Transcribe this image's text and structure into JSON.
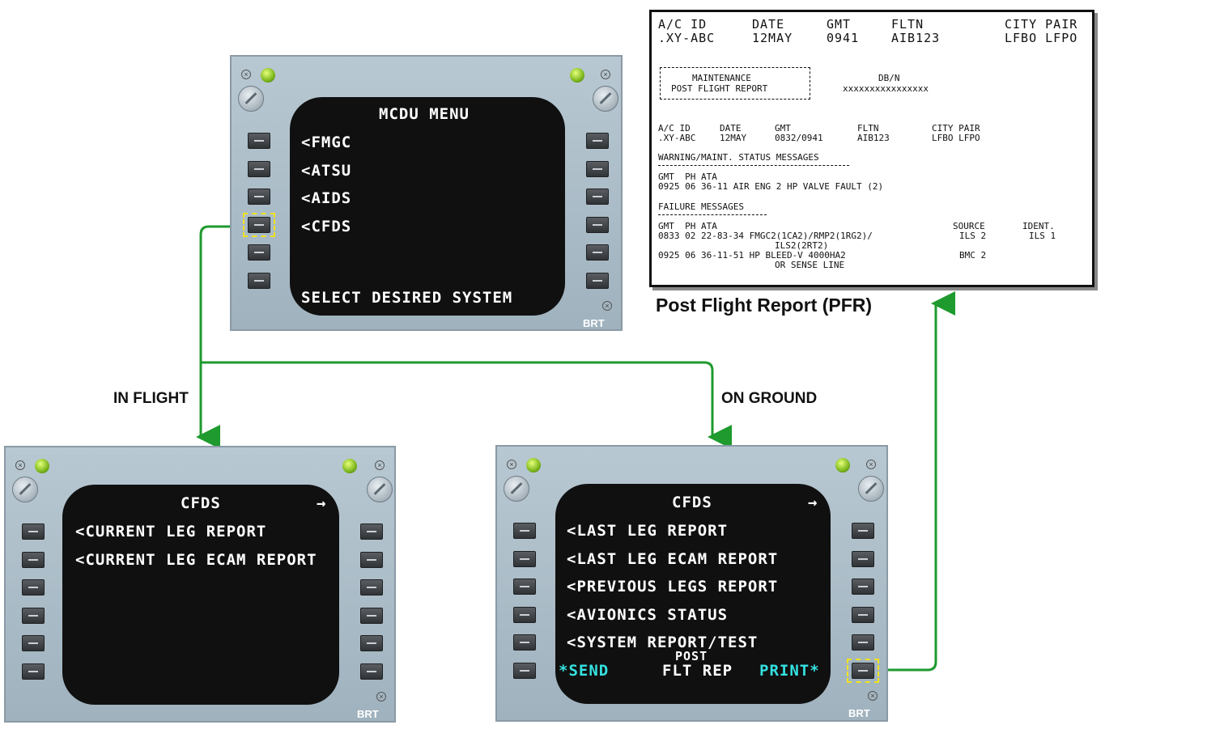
{
  "menu": {
    "title": "MCDU MENU",
    "items": [
      "<FMGC",
      "<ATSU",
      "<AIDS",
      "<CFDS"
    ],
    "footer": "SELECT DESIRED SYSTEM",
    "brt": "BRT"
  },
  "in_flight": {
    "label": "IN FLIGHT",
    "title": "CFDS",
    "arrow": "→",
    "items": [
      "<CURRENT LEG REPORT",
      "<CURRENT LEG ECAM REPORT"
    ],
    "brt": "BRT"
  },
  "on_ground": {
    "label": "ON GROUND",
    "title": "CFDS",
    "arrow": "→",
    "items": [
      "<LAST LEG REPORT",
      "<LAST LEG ECAM REPORT",
      "<PREVIOUS LEGS REPORT",
      "<AVIONICS STATUS",
      "<SYSTEM REPORT/TEST"
    ],
    "send": "*SEND",
    "post": "POST",
    "flt_rep": "FLT REP",
    "print": "PRINT*",
    "brt": "BRT"
  },
  "pfr": {
    "caption": "Post Flight Report (PFR)",
    "header_labels": [
      "A/C ID",
      "DATE",
      "GMT",
      "FLTN",
      "CITY PAIR"
    ],
    "header_values": [
      ".XY-ABC",
      "12MAY",
      "0941",
      "AIB123",
      "LFBO LFPO"
    ],
    "box_line1": "MAINTENANCE",
    "box_line2": "POST FLIGHT REPORT",
    "dbn_label": "DB/N",
    "dbn_value": "xxxxxxxxxxxxxxxx",
    "sub_labels": [
      "A/C ID",
      "DATE",
      "GMT",
      "FLTN",
      "CITY PAIR"
    ],
    "sub_values": [
      ".XY-ABC",
      "12MAY",
      "0832/0941",
      "AIB123",
      "LFBO LFPO"
    ],
    "warn_title": "WARNING/MAINT. STATUS MESSAGES",
    "warn_cols": "GMT  PH ATA",
    "warn_row": "0925 06 36-11 AIR ENG 2 HP VALVE FAULT (2)",
    "fail_title": "FAILURE MESSAGES",
    "fail_cols": "GMT  PH ATA",
    "source_label": "SOURCE",
    "ident_label": "IDENT.",
    "fail_row1": "0833 02 22-83-34 FMGC2(1CA2)/RMP2(1RG2)/",
    "fail_row1_source": "ILS 2",
    "fail_row1_ident": "ILS 1",
    "fail_row1b": "ILS2(2RT2)",
    "fail_row2": "0925 06 36-11-51 HP BLEED-V 4000HA2",
    "fail_row2_source": "BMC 2",
    "fail_row2b": "OR SENSE LINE"
  }
}
